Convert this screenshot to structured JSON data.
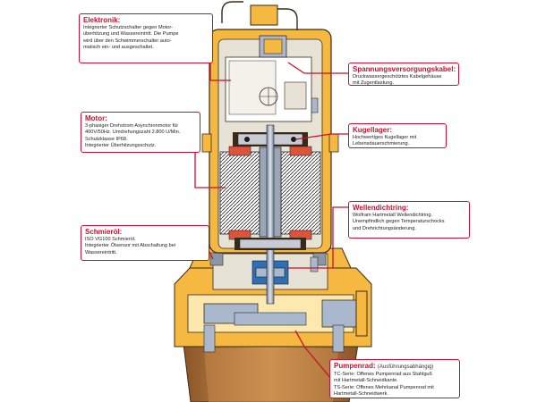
{
  "colors": {
    "accent": "#c8102e",
    "housing": "#f5b840",
    "housing_light": "#fde9b0",
    "interior": "#e6e3d6",
    "bronze": "#b97a3c",
    "steel": "#a9b8cc"
  },
  "callouts": {
    "elektronik": {
      "title": "Elektronik:",
      "body": "Integrierter Schutzschalter gegen Motor-\nüberhitzung und Wassereintritt. Die Pumpe\nwird über den Schwimmerschalter auto-\nmatisch ein- und ausgeschaltet."
    },
    "kabel": {
      "title": "Spannungsversorgungskabel:",
      "body": "Druckwassergeschütztes Kabelgehäuse\nmit Zugentlastung."
    },
    "motor": {
      "title": "Motor:",
      "body": "3-phasiger Drehstrom Asynchronmotor für\n400V/50Hz. Umdrehungszahl 2.800 U/Min.\nSchutzklasse IP68.\nIntegrierter Überhitzungsschutz."
    },
    "kugellager": {
      "title": "Kugellager:",
      "body": "Hochwertiges Kugellager mit\nLebensdauerschmierung."
    },
    "schmieroel": {
      "title": "Schmieröl:",
      "body": "ISO VG100 Schmieröl.\nIntegrierter Ölsensor mit Abschaltung bei\nWassereintritt."
    },
    "wellendichtring": {
      "title": "Wellendichtring:",
      "body": "Wolfram Hartmetall Wellendichtring.\nUnempfindlich gegen Temperaturschocks\nund Drehrichtungsänderung."
    },
    "pumpenrad": {
      "title": "Pumpenrad:",
      "subtitle": "(Ausführungsabhängig)",
      "body": "TC-Serie: Offenes Pumpenrad aus Stahlguß\nmit Hartmetall-Schneidkante.\nTS-Serie: Offenes Mehrkanal Pumpenrad mit\nHartmetall-Schneidwerk."
    }
  }
}
